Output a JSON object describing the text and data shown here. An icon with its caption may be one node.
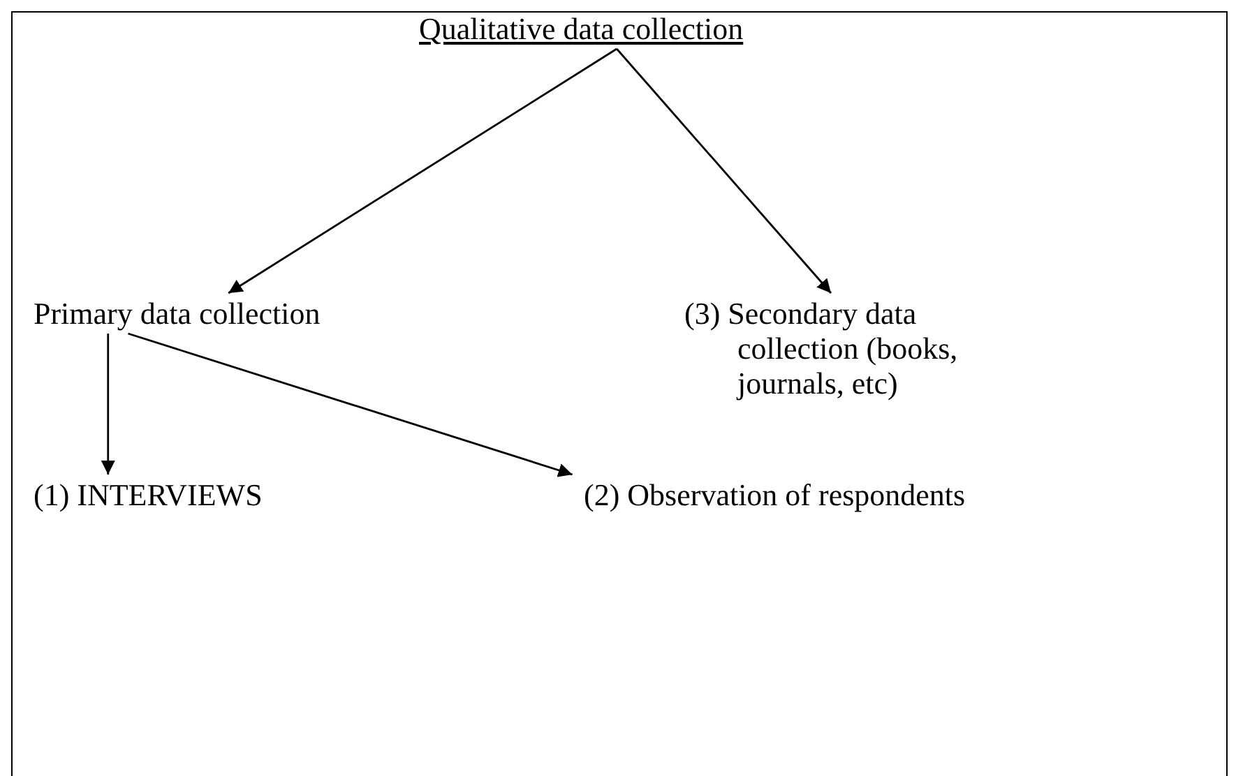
{
  "diagram": {
    "nodes": [
      {
        "text": [
          "Qualitative data collection"
        ]
      },
      {
        "text": [
          "Primary data collection"
        ]
      },
      {
        "text": [
          "(3) Secondary data collection (books, journals, etc)"
        ]
      },
      {
        "text": [
          "(1) INTERVIEWS"
        ]
      },
      {
        "text": [
          "(2) Observation of respondents"
        ]
      }
    ],
    "edges": [
      {
        "from": 0,
        "to": 1,
        "arrow": "to"
      },
      {
        "from": 0,
        "to": 2,
        "arrow": "to"
      },
      {
        "from": 1,
        "to": 3,
        "arrow": "to"
      },
      {
        "from": 1,
        "to": 4,
        "arrow": "to"
      }
    ]
  }
}
